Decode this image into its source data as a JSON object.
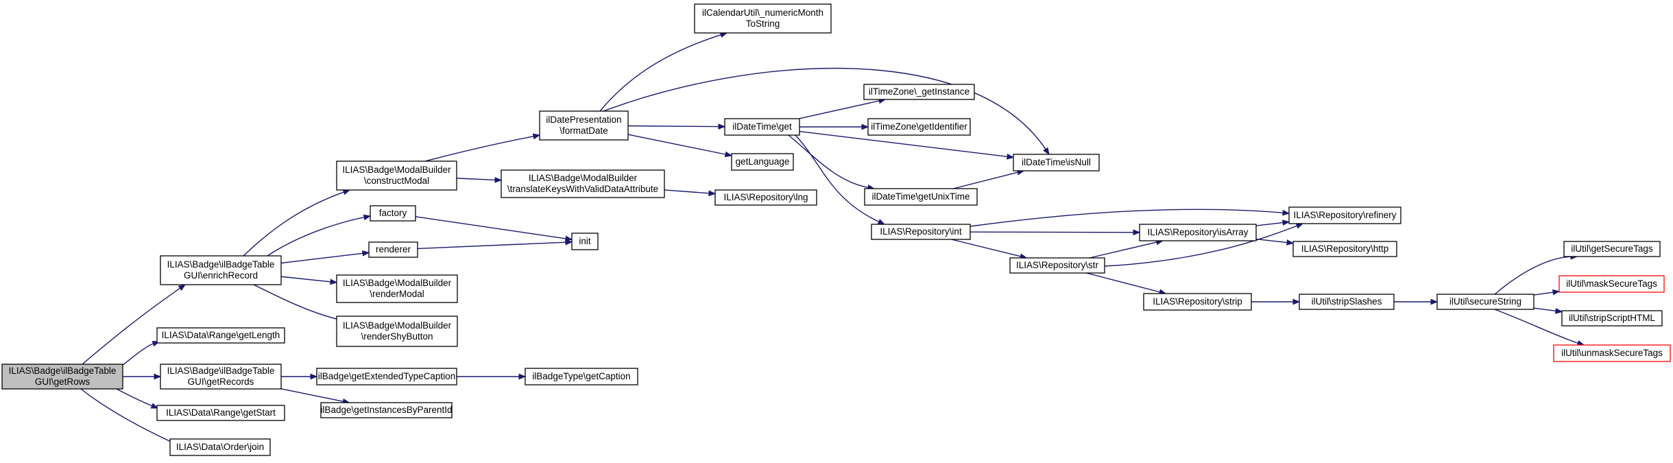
{
  "diagram": {
    "nodes": [
      {
        "id": "n0",
        "lines": [
          "ILIAS\\Badge\\ilBadgeTable",
          "GUI\\getRows"
        ],
        "style": "root"
      },
      {
        "id": "n1",
        "lines": [
          "ILIAS\\Badge\\ilBadgeTable",
          "GUI\\enrichRecord"
        ],
        "style": "normal"
      },
      {
        "id": "n2",
        "lines": [
          "ILIAS\\Data\\Range\\getLength"
        ],
        "style": "normal"
      },
      {
        "id": "n3",
        "lines": [
          "ILIAS\\Badge\\ilBadgeTable",
          "GUI\\getRecords"
        ],
        "style": "normal"
      },
      {
        "id": "n4",
        "lines": [
          "ILIAS\\Data\\Range\\getStart"
        ],
        "style": "normal"
      },
      {
        "id": "n5",
        "lines": [
          "ILIAS\\Data\\Order\\join"
        ],
        "style": "normal"
      },
      {
        "id": "n6",
        "lines": [
          "ILIAS\\Badge\\ModalBuilder",
          "\\constructModal"
        ],
        "style": "normal"
      },
      {
        "id": "n7",
        "lines": [
          "factory"
        ],
        "style": "normal"
      },
      {
        "id": "n8",
        "lines": [
          "renderer"
        ],
        "style": "normal"
      },
      {
        "id": "n9",
        "lines": [
          "ILIAS\\Badge\\ModalBuilder",
          "\\renderModal"
        ],
        "style": "normal"
      },
      {
        "id": "n10",
        "lines": [
          "ILIAS\\Badge\\ModalBuilder",
          "\\renderShyButton"
        ],
        "style": "normal"
      },
      {
        "id": "n11",
        "lines": [
          "init"
        ],
        "style": "normal"
      },
      {
        "id": "n12",
        "lines": [
          "ilDatePresentation",
          "\\formatDate"
        ],
        "style": "normal"
      },
      {
        "id": "n13",
        "lines": [
          "ILIAS\\Badge\\ModalBuilder",
          "\\translateKeysWithValidDataAttribute"
        ],
        "style": "normal"
      },
      {
        "id": "n14",
        "lines": [
          "ilCalendarUtil\\_numericMonth",
          "ToString"
        ],
        "style": "normal"
      },
      {
        "id": "n15",
        "lines": [
          "ilDateTime\\get"
        ],
        "style": "normal"
      },
      {
        "id": "n16",
        "lines": [
          "getLanguage"
        ],
        "style": "normal"
      },
      {
        "id": "n17",
        "lines": [
          "ILIAS\\Repository\\lng"
        ],
        "style": "normal"
      },
      {
        "id": "n18",
        "lines": [
          "ilTimeZone\\_getInstance"
        ],
        "style": "normal"
      },
      {
        "id": "n19",
        "lines": [
          "ilTimeZone\\getIdentifier"
        ],
        "style": "normal"
      },
      {
        "id": "n20",
        "lines": [
          "ilDateTime\\isNull"
        ],
        "style": "normal"
      },
      {
        "id": "n21",
        "lines": [
          "ilDateTime\\getUnixTime"
        ],
        "style": "normal"
      },
      {
        "id": "n22",
        "lines": [
          "ILIAS\\Repository\\int"
        ],
        "style": "normal"
      },
      {
        "id": "n23",
        "lines": [
          "ILIAS\\Repository\\str"
        ],
        "style": "normal"
      },
      {
        "id": "n24",
        "lines": [
          "ILIAS\\Repository\\isArray"
        ],
        "style": "normal"
      },
      {
        "id": "n25",
        "lines": [
          "ILIAS\\Repository\\refinery"
        ],
        "style": "normal"
      },
      {
        "id": "n26",
        "lines": [
          "ILIAS\\Repository\\http"
        ],
        "style": "normal"
      },
      {
        "id": "n27",
        "lines": [
          "ILIAS\\Repository\\strip"
        ],
        "style": "normal"
      },
      {
        "id": "n28",
        "lines": [
          "ilUtil\\stripSlashes"
        ],
        "style": "normal"
      },
      {
        "id": "n29",
        "lines": [
          "ilUtil\\secureString"
        ],
        "style": "normal"
      },
      {
        "id": "n30",
        "lines": [
          "ilUtil\\getSecureTags"
        ],
        "style": "normal"
      },
      {
        "id": "n31",
        "lines": [
          "ilUtil\\maskSecureTags"
        ],
        "style": "missing"
      },
      {
        "id": "n32",
        "lines": [
          "ilUtil\\stripScriptHTML"
        ],
        "style": "normal"
      },
      {
        "id": "n33",
        "lines": [
          "ilUtil\\unmaskSecureTags"
        ],
        "style": "missing"
      },
      {
        "id": "n34",
        "lines": [
          "ilBadge\\getExtendedTypeCaption"
        ],
        "style": "normal"
      },
      {
        "id": "n35",
        "lines": [
          "ilBadge\\getInstancesByParentId"
        ],
        "style": "normal"
      },
      {
        "id": "n36",
        "lines": [
          "ilBadgeType\\getCaption"
        ],
        "style": "normal"
      }
    ],
    "edges": [
      [
        "n0",
        "n1"
      ],
      [
        "n0",
        "n2"
      ],
      [
        "n0",
        "n3"
      ],
      [
        "n0",
        "n4"
      ],
      [
        "n0",
        "n5"
      ],
      [
        "n1",
        "n6"
      ],
      [
        "n1",
        "n7"
      ],
      [
        "n1",
        "n8"
      ],
      [
        "n1",
        "n9"
      ],
      [
        "n1",
        "n10"
      ],
      [
        "n6",
        "n12"
      ],
      [
        "n6",
        "n13"
      ],
      [
        "n7",
        "n11"
      ],
      [
        "n8",
        "n11"
      ],
      [
        "n12",
        "n14"
      ],
      [
        "n12",
        "n15"
      ],
      [
        "n12",
        "n16"
      ],
      [
        "n12",
        "n20"
      ],
      [
        "n13",
        "n17"
      ],
      [
        "n15",
        "n18"
      ],
      [
        "n15",
        "n19"
      ],
      [
        "n15",
        "n20"
      ],
      [
        "n15",
        "n21"
      ],
      [
        "n15",
        "n22"
      ],
      [
        "n21",
        "n20"
      ],
      [
        "n22",
        "n25"
      ],
      [
        "n22",
        "n24"
      ],
      [
        "n22",
        "n23"
      ],
      [
        "n23",
        "n24"
      ],
      [
        "n23",
        "n25"
      ],
      [
        "n23",
        "n27"
      ],
      [
        "n24",
        "n25"
      ],
      [
        "n24",
        "n26"
      ],
      [
        "n27",
        "n28"
      ],
      [
        "n28",
        "n29"
      ],
      [
        "n29",
        "n30"
      ],
      [
        "n29",
        "n31"
      ],
      [
        "n29",
        "n32"
      ],
      [
        "n29",
        "n33"
      ],
      [
        "n3",
        "n34"
      ],
      [
        "n3",
        "n35"
      ],
      [
        "n34",
        "n36"
      ]
    ]
  },
  "colors": {
    "edge": "#191970",
    "node_border": "#000000",
    "root_fill": "#bfbfbf",
    "missing_border": "#ff0000"
  }
}
